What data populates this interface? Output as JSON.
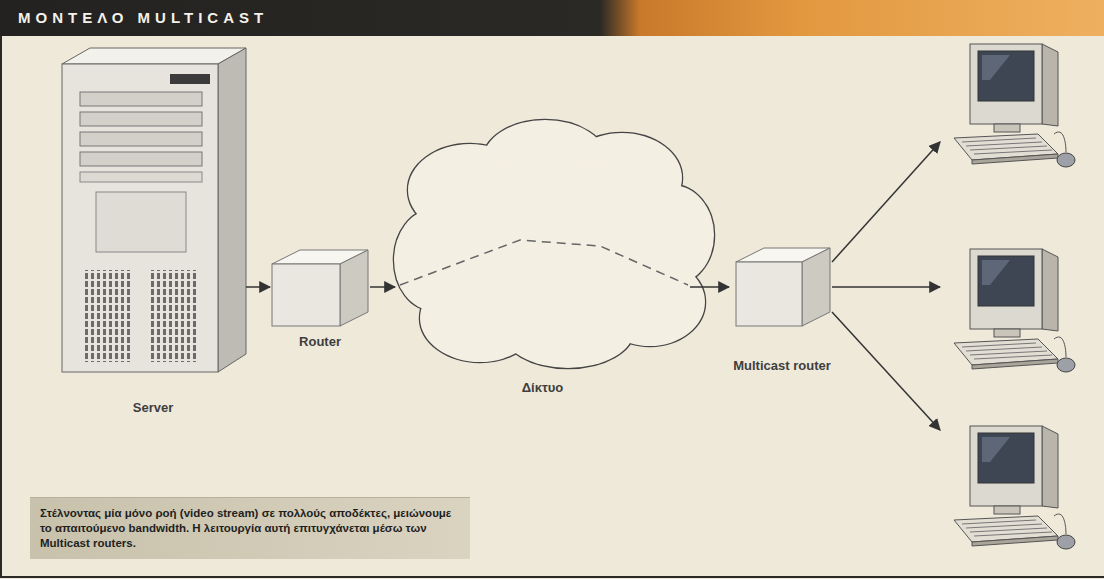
{
  "diagram": {
    "title": "ΜΟΝΤΕΛΟ MULTICAST",
    "caption": "Στέλνοντας μία μόνο ροή (video stream) σε πολλούς αποδέκτες, μειώνουμε το απαιτούμενο bandwidth. Η λειτουργία αυτή επιτυγχάνεται μέσω των Multicast routers.",
    "nodes": [
      {
        "text": [
          "Server"
        ]
      },
      {
        "text": [
          "Router"
        ]
      },
      {
        "text": [
          "Δίκτυο"
        ]
      },
      {
        "text": [
          "Multicast router"
        ]
      }
    ],
    "edges": [
      {
        "from": 0,
        "to": 1,
        "arrow": "to"
      },
      {
        "from": 1,
        "to": 2,
        "arrow": "to"
      },
      {
        "from": 2,
        "to": 3,
        "arrow": "to"
      }
    ]
  }
}
